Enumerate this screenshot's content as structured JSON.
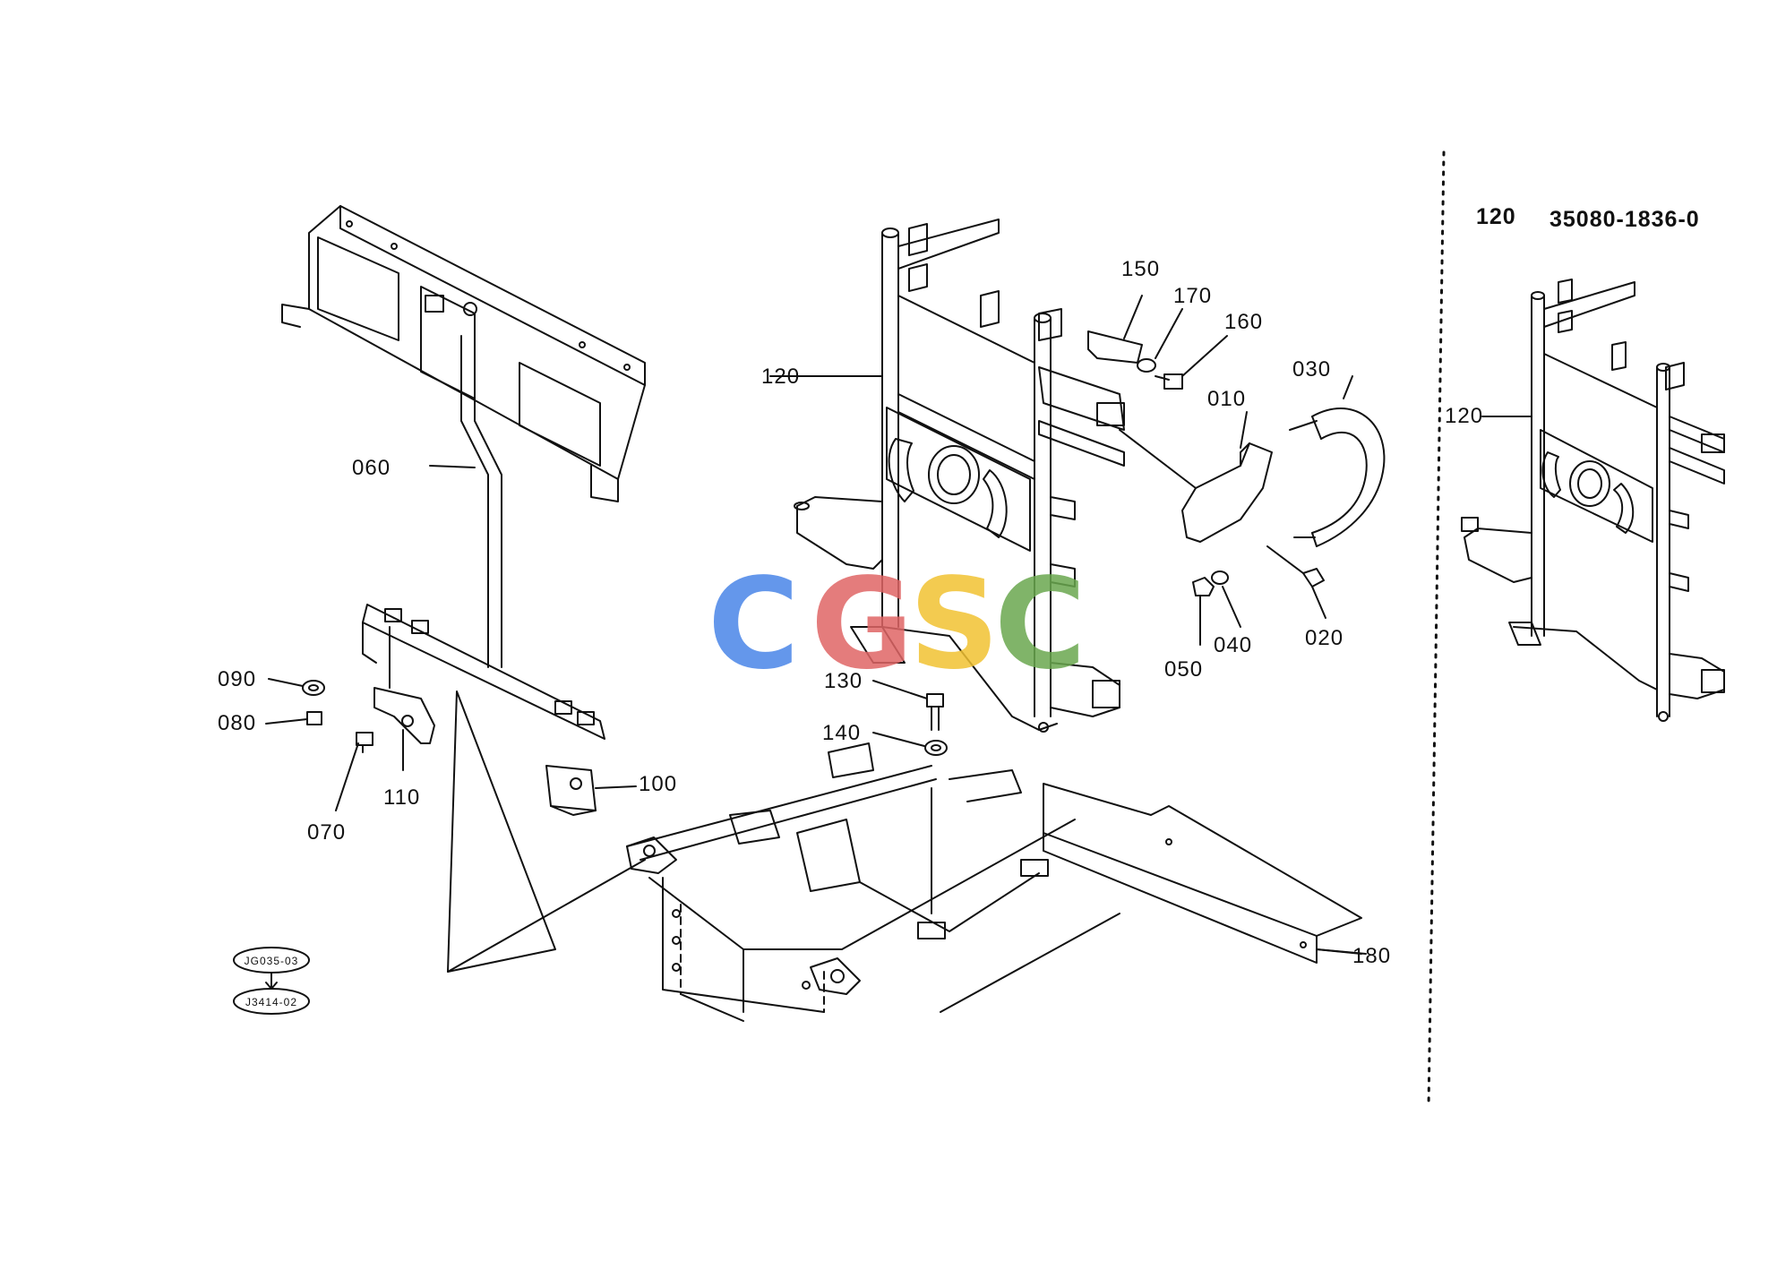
{
  "labels": {
    "l010": "010",
    "l020": "020",
    "l030": "030",
    "l040": "040",
    "l050": "050",
    "l060": "060",
    "l070": "070",
    "l080": "080",
    "l090": "090",
    "l100": "100",
    "l110": "110",
    "l120": "120",
    "l130": "130",
    "l140": "140",
    "l150": "150",
    "l160": "160",
    "l170": "170",
    "l180": "180",
    "l120_side": "120"
  },
  "side_panel": {
    "ref_number": "120",
    "part_number": "35080-1836-0"
  },
  "references": {
    "top": "JG035-03",
    "bottom": "J3414-02"
  },
  "watermark": {
    "letters": [
      "C",
      "G",
      "S",
      "C"
    ],
    "colors": [
      "#4a86e8",
      "#e06666",
      "#f1c232",
      "#6aa84f"
    ]
  }
}
